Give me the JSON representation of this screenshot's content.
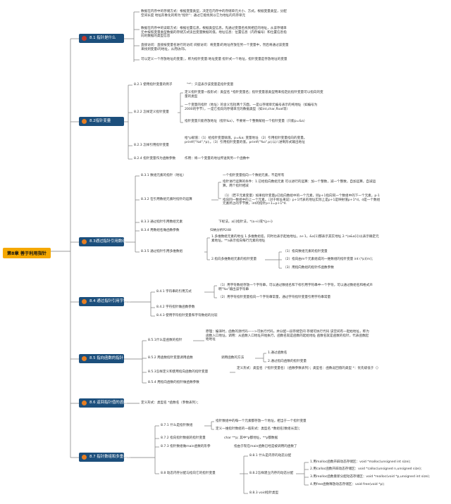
{
  "title": "第8章 善于利用指针",
  "colors": {
    "accent_orange": "#f5a800",
    "dark_blue": "#1c4f7c",
    "line": "#7a7a7a",
    "dot_red": "#c0392b",
    "dot_orange": "#e67e22"
  },
  "sections": [
    {
      "label": "8.1 指针是什么",
      "icon": "red-dot-icon",
      "notes": [
        "数据在内存中的存储方式：根据变量类型，决定在内存中的存储单元大小、方式。根据变量类型，分配空间长度 地址形象化的称为\"指针\"：通过它能找到以它为地址的内存单元",
        "数据在内存中的读取方式：根据位置信息，根据类型信息。先通过变量名找到相应的地址，从该存储单元中按照变量类型数据的存储方式读出变量数据的值。地址信息：位置信息（内存编号）和位置信息指向的数据的类型信息",
        "直接访问：直接按变量名进行的访问 间接访问：将变量i的地址存放在另一个变量中，然后将通过该变量来找到变量i的地址，从而访问i。",
        "可以定义一个存放地址的变量；，称为指针变量:地址变量 指针式一个地址，指针变量是存放地址的变量"
      ]
    },
    {
      "label": "8.2指针变量",
      "icon": "orange-dot-icon",
      "subs": [
        {
          "label": "8.2.1 使用指针变量的例子",
          "note": "\"*\"：只是表示该变量是指针变量"
        },
        {
          "label": "8.2.2 怎样定义指针变量",
          "notes": [
            "定义指针变量一般形式：类型名 *指针变量名；指针变量基类型用来指定此指针变量可以指向的变量的类型",
            "一个变量的指针（地址）的含义包括两个方面，一是以存储单元编号表示的纯地址（如编号为2000的字节），一是它指向的存储单元的数据类型（如int,char,float等）",
            "指针变量只能存放地址（指针&a），不要将一个整数赋给一个指针变量（只能p=&a）"
          ]
        },
        {
          "label": "8.2.3 怎样引用指针变量",
          "note": "给*p赋值：（1）给指针变量赋值。p=&a; 变量地址 （2）引用指针变量指向的变量。printf(\"%d\",*p);。（3）引用指针变量的值。printf(\"%o\",p);以八进制形式输出地址"
        },
        {
          "label": "8.2.4 指针变量作为函数参数",
          "note": "作用：将一个变量的地址传送到另一个函数中"
        }
      ]
    },
    {
      "label": "8.3通过指针引用数组",
      "icon": "orange-dot-icon",
      "subs": [
        {
          "label": "8.3.1 数组元素的指针（地址）",
          "note": "一个指针变量指向一个数组元素，不是所有"
        },
        {
          "label": "8.3.2 在引用数组元素时指针的运算",
          "notes": [
            "指针进行运算的条件：1.已经指向数组元素 可以进行的运算：加一个整数，减一个整数，自加运算，自减运算，两个指针相减",
            "（1）（若干元素变量）如果指针变量p已指向数组中的一个元素，则p+1指向同一个数组中的下一个元素，p-1指向同一数组中的上一个元素。（对于地址来说）p+1代表的地址实际上是p+1是映射值p+1*d，d是一个数组元素所占的字节数，int的指针p+1=p+1*4."
          ]
        },
        {
          "label": "8.3.3 通过指针引用数组元素",
          "note": "下标法，a[i]指针法，*(a+i)或*(p+i)"
        },
        {
          "label": "8.3.4 用数组名做函数参数",
          "note": "归纳分析P248"
        },
        {
          "label": "8.3.5 通过指针引用多维数组",
          "notes": [
            "1.多维数组元素的地址 1.多维数组名，同时也表示起始地址，a+1，&a[1]都表示其实地址 2.*(a&a[i])以表示确定元素地址。**a表示指向每行元素的地址",
            "2.指向多维数组元素的指针变量"
          ],
          "subnotes": [
            "（1）指向数组元素的指针变量",
            "（2）指向由m个元素组成的一维数组的指针变量 int (*p)[m]；",
            "（3）用指向数组的指针作函数参数"
          ]
        }
      ]
    },
    {
      "label": "8.4 通过指针引用字符串",
      "icon": "orange-dot-icon",
      "subs": [
        {
          "label": "8.4.1 字符串的引用方式",
          "notes": [
            "（1）用字符数组存放一个字符串，可以通过数组名和下标引用字符串中一个字符，可以通过数组名和格式声明\"%s\"输出该字符串",
            "（2）用字符指针变量指向一个字符串常量，通过字符指针变量引用字符串常量"
          ]
        },
        {
          "label": "8.4.2 字符指针做函数参数"
        },
        {
          "label": "8.4.3 使用字符指针变量和字符数组的比较"
        }
      ]
    },
    {
      "label": "8.5 指向函数的指针",
      "icon": "orange-dot-icon",
      "subs": [
        {
          "label": "8.5.1什么是函数的指针",
          "note": "原理：编译时，函数的源代码——>可执行代码，并分配一段存储空间 存储可执行代码 该空间有一起始地址，称为函数入口地址，调用：从函数入口地址开始执行，函数名就是函数的起始地址 函数名就是函数的指针，代表函数起始地址"
        },
        {
          "label": "8.5.2 用函数指针变量调用函数",
          "note": "调用函数的方法",
          "subnotes": [
            "1.通过函数名",
            "2.通过指向函数的指针变量"
          ]
        },
        {
          "label": "8.5.3怎样定义和使用指向函数的指针变量",
          "note": "定义形式：类型名（*指针变量名）（函数参数表列）；类型名：函数返回值的类型 *：优先级低于（）"
        },
        {
          "label": "8.5.4 用指向函数的指针做函数参数"
        }
      ]
    },
    {
      "label": "8.6 返回指针值的函数",
      "icon": "orange-dot-icon",
      "note": "定义形式：类型名 *函数名（参数表列）；"
    },
    {
      "label": "8.7 指针数组和多重指针",
      "icon": "orange-dot-icon",
      "subs": [
        {
          "label": "8.7.1 什么是指针数组",
          "notes": [
            "指针数组中的每一个元素都存放一个地址，相当于一个指针变量",
            "定义一维指针数组的一般形式：类型名 *数组名[数组长度]；"
          ]
        },
        {
          "label": "8.7.2 指向指针数据的指针变量",
          "note": "char **p; 其中*p都地址，**p都数据"
        },
        {
          "label": "8.7.3 指针数组做main函数的形参",
          "note": "指由于现在main函数已经是被调用的函数了"
        },
        {
          "label": "8.8 动态内存分配与指向它的指针变量",
          "children": [
            {
              "label": "8.8.1 什么是内存的动态分配"
            },
            {
              "label": "8.8.2怎样建立内存的动态分配",
              "items": [
                "1.用malloc函数开辟动态存储区：void *malloc(unsigned int size);",
                "2.用calloc函数开辟动态存储区：void *calloc(unsigned n,unsigned size);",
                "3.用realloc函数重新分配动态存储区：void *realloc(void *p,unsigned int size);",
                "4.用free函数释放动态存储区：void free(void *p);"
              ]
            },
            {
              "label": "8.8.3 void指针类型"
            }
          ]
        }
      ]
    }
  ]
}
